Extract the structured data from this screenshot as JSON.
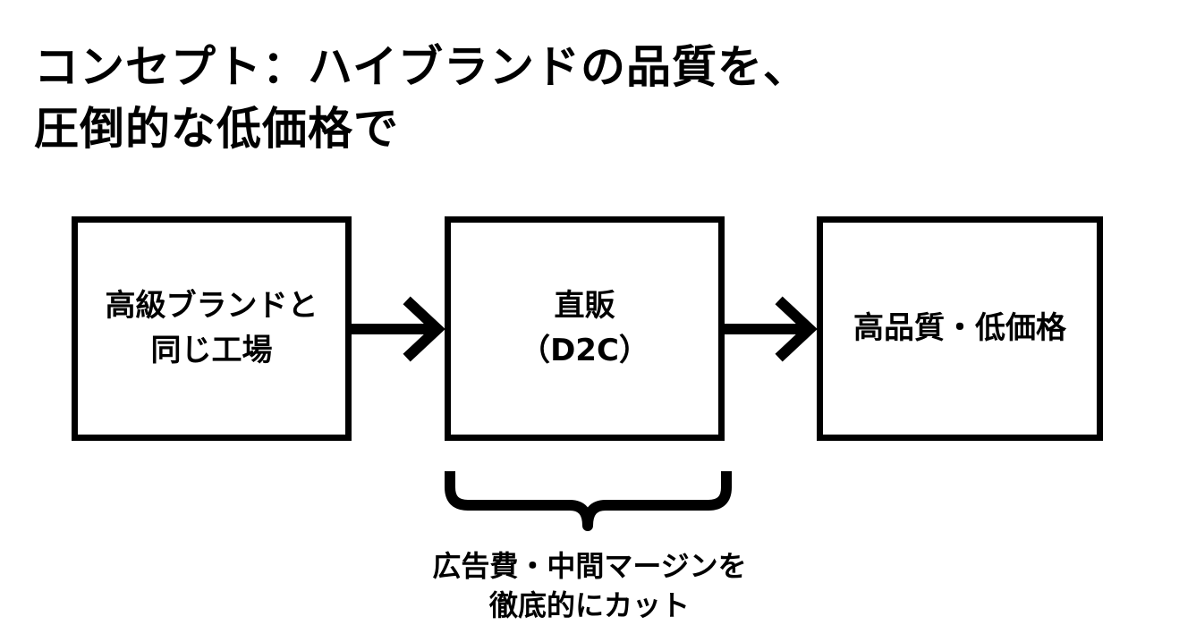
{
  "title": {
    "line1": "コンセプト：ハイブランドの品質を、",
    "line2": "圧倒的な低価格で"
  },
  "boxes": [
    {
      "lines": [
        "高級ブランドと",
        "同じ工場"
      ]
    },
    {
      "lines": [
        "直販",
        "（D2C）"
      ]
    },
    {
      "lines": [
        "高品質・低価格"
      ]
    }
  ],
  "note": {
    "line1": "広告費・中間マージンを",
    "line2": "徹底的にカット"
  },
  "colors": {
    "foreground": "#000000",
    "background": "#ffffff"
  }
}
